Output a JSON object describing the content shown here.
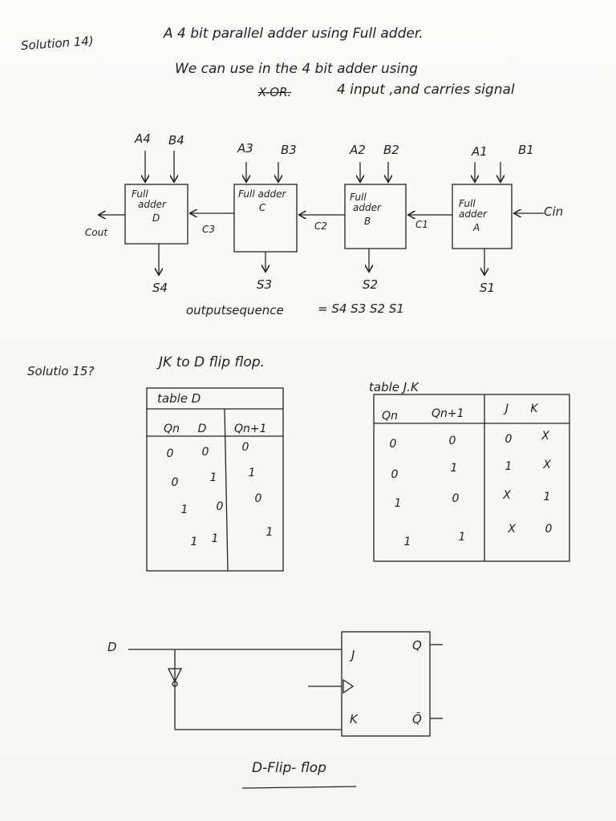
{
  "solution14": {
    "label": "Solution 14)",
    "title": "A 4 bit parallel adder using Full adder.",
    "line2": "We can use in the 4 bit adder using",
    "xor_struck": "X-OR.",
    "line3": "4 input ,and carries signal",
    "adders": [
      {
        "inputs": [
          "A4",
          "B4"
        ],
        "line1": "Full",
        "line2": "adder",
        "line3": "D",
        "sum": "S4"
      },
      {
        "inputs": [
          "A3",
          "B3"
        ],
        "line1": "Full adder",
        "line2": "",
        "line3": "C",
        "sum": "S3"
      },
      {
        "inputs": [
          "A2",
          "B2"
        ],
        "line1": "Full",
        "line2": "adder",
        "line3": "B",
        "sum": "S2"
      },
      {
        "inputs": [
          "A1",
          "B1"
        ],
        "line1": "Full",
        "line2": "adder",
        "line3": "A",
        "sum": "S1"
      }
    ],
    "carries": {
      "cin": "Cin",
      "c1": "C1",
      "c2": "C2",
      "c3": "C3",
      "cout": "Cout"
    },
    "output_label": "outputsequence",
    "output_value": "= S4 S3 S2 S1"
  },
  "solution15": {
    "label": "Solutio 15?",
    "title": "JK to D flip flop.",
    "table_d": {
      "caption": "table D",
      "headers": [
        "Qn",
        "D",
        "Qn+1"
      ],
      "rows": [
        [
          "0",
          "0",
          "0"
        ],
        [
          "0",
          "1",
          "1"
        ],
        [
          "1",
          "0",
          "0"
        ],
        [
          "1",
          "1",
          "1"
        ]
      ]
    },
    "table_jk": {
      "caption": "table J.K",
      "headers": [
        "Qn",
        "Qn+1",
        "J",
        "K"
      ],
      "rows": [
        [
          "0",
          "0",
          "0",
          "X"
        ],
        [
          "0",
          "1",
          "1",
          "X"
        ],
        [
          "1",
          "0",
          "X",
          "1"
        ],
        [
          "1",
          "1",
          "X",
          "0"
        ]
      ]
    },
    "ff": {
      "d": "D",
      "j": "J",
      "k": "K",
      "q": "Q",
      "qbar": "Q̄"
    },
    "caption": "D-Flip- flop"
  }
}
